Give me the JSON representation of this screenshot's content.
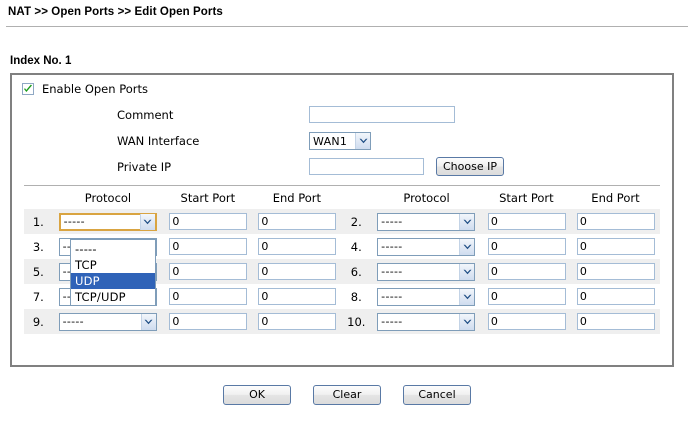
{
  "breadcrumb": "NAT >> Open Ports >> Edit Open Ports",
  "index_title": "Index No. 1",
  "form": {
    "enable_label": "Enable Open Ports",
    "enable_checked": true,
    "comment_label": "Comment",
    "comment_value": "",
    "comment_placeholder": "",
    "wan_label": "WAN Interface",
    "wan_value": "WAN1",
    "private_ip_label": "Private IP",
    "private_ip_value": "",
    "private_ip_placeholder": "",
    "choose_ip_label": "Choose IP"
  },
  "table": {
    "headers": [
      "Protocol",
      "Start Port",
      "End Port",
      "Protocol",
      "Start Port",
      "End Port"
    ],
    "rows": [
      {
        "left_index": "1.",
        "left_protocol": "-----",
        "left_start": "0",
        "left_end": "0",
        "right_index": "2.",
        "right_protocol": "-----",
        "right_start": "0",
        "right_end": "0"
      },
      {
        "left_index": "3.",
        "left_protocol": "-----",
        "left_start": "0",
        "left_end": "0",
        "right_index": "4.",
        "right_protocol": "-----",
        "right_start": "0",
        "right_end": "0"
      },
      {
        "left_index": "5.",
        "left_protocol": "-----",
        "left_start": "0",
        "left_end": "0",
        "right_index": "6.",
        "right_protocol": "-----",
        "right_start": "0",
        "right_end": "0"
      },
      {
        "left_index": "7.",
        "left_protocol": "-----",
        "left_start": "0",
        "left_end": "0",
        "right_index": "8.",
        "right_protocol": "-----",
        "right_start": "0",
        "right_end": "0"
      },
      {
        "left_index": "9.",
        "left_protocol": "-----",
        "left_start": "0",
        "left_end": "0",
        "right_index": "10.",
        "right_protocol": "-----",
        "right_start": "0",
        "right_end": "0"
      }
    ]
  },
  "dropdown": {
    "open": true,
    "owner_row": "1.",
    "options": [
      "-----",
      "TCP",
      "UDP",
      "TCP/UDP"
    ],
    "highlighted": "UDP",
    "highlight_color": "#2f63b8",
    "focus_border_color": "#d9a441"
  },
  "footer": {
    "ok_label": "OK",
    "clear_label": "Clear",
    "cancel_label": "Cancel"
  },
  "colors": {
    "panel_border": "#808080",
    "input_border": "#a4bcd6",
    "select_border": "#7f9db9",
    "stripe": "#efefef",
    "check_green": "#1a9c1a"
  }
}
